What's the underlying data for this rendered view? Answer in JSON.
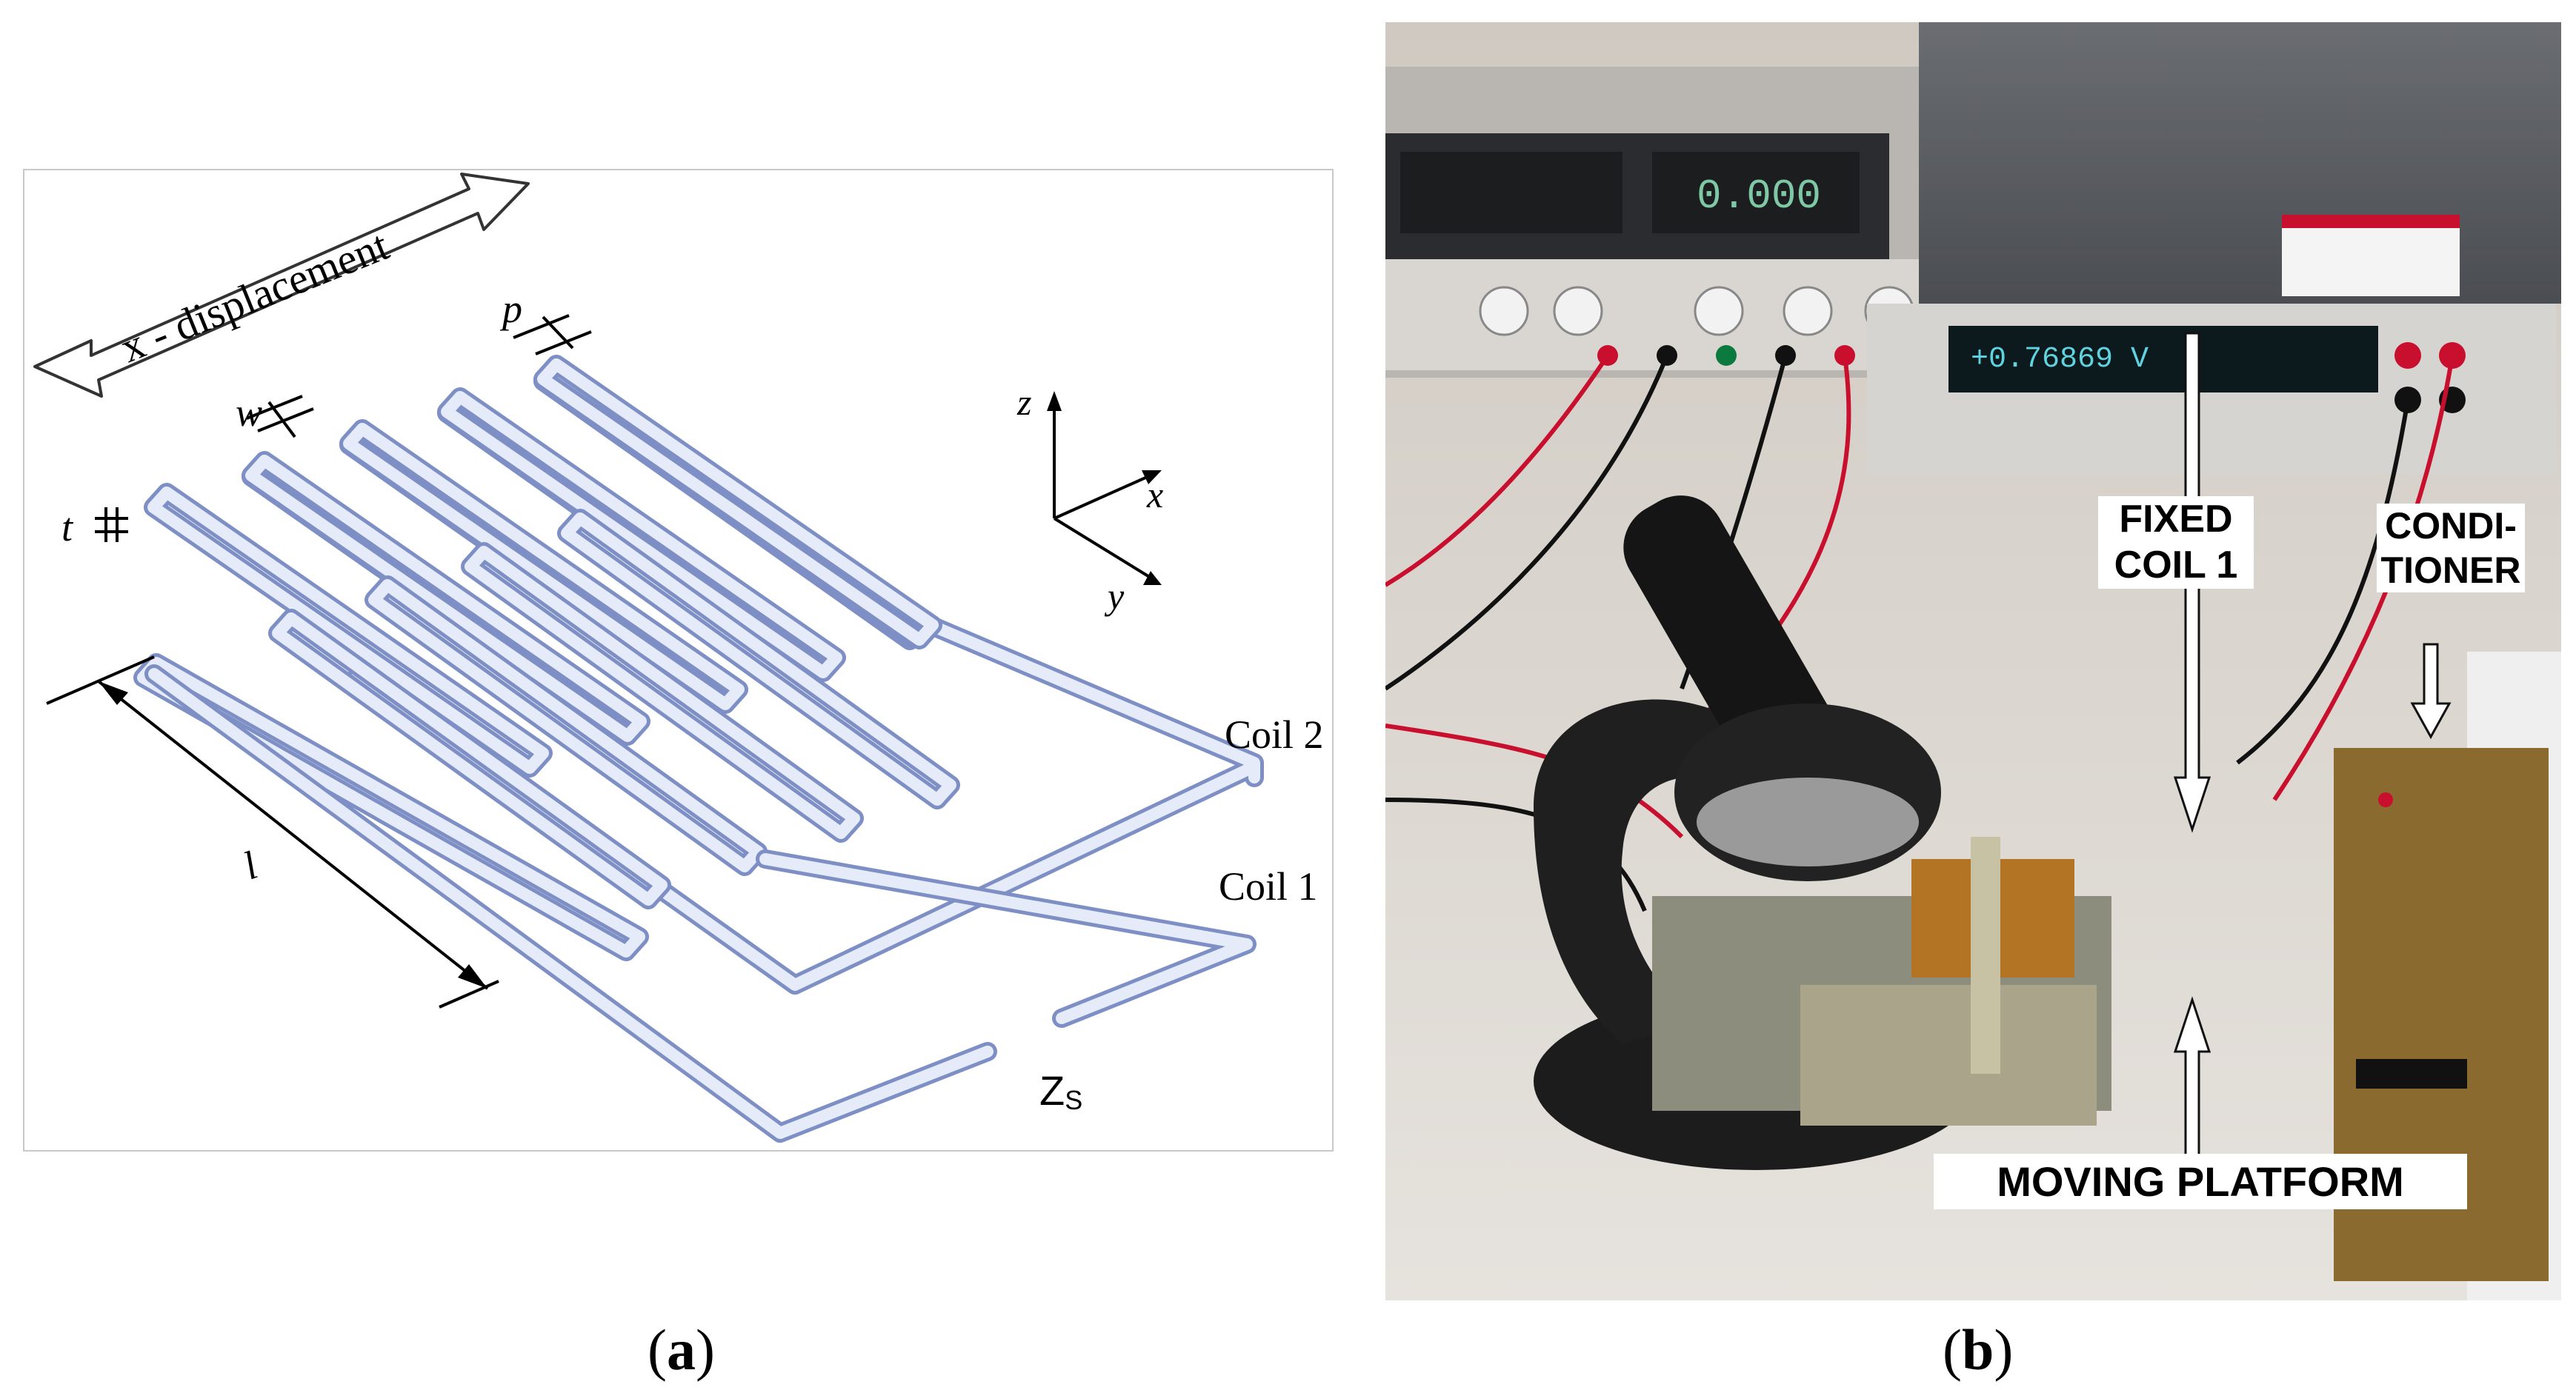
{
  "panel_a": {
    "arrow_label": "x - displacement",
    "dim_p": "p",
    "dim_w": "w",
    "dim_t": "t",
    "dim_l": "l",
    "axis_z": "z",
    "axis_x": "x",
    "axis_y": "y",
    "coil2_label": "Coil 2",
    "coil1_label": "Coil 1",
    "zs_main": "Z",
    "zs_sub": "S"
  },
  "panel_b": {
    "fixed_coil_label": "FIXED\nCOIL  1",
    "conditioner_label": "CONDI-\nTIONER",
    "moving_platform_label": "MOVING PLATFORM",
    "meter1_reading": "0.000",
    "meter2_reading": "+0.76869 V"
  },
  "captions": {
    "a_open": "(",
    "a_letter": "a",
    "a_close": ")",
    "b_open": "(",
    "b_letter": "b",
    "b_close": ")"
  },
  "colors": {
    "coil_stroke": "#7d8fc4",
    "coil_fill": "#e6ebf9",
    "wire_red": "#c8102e",
    "wire_black": "#111111",
    "board": "#8a6a2e"
  }
}
